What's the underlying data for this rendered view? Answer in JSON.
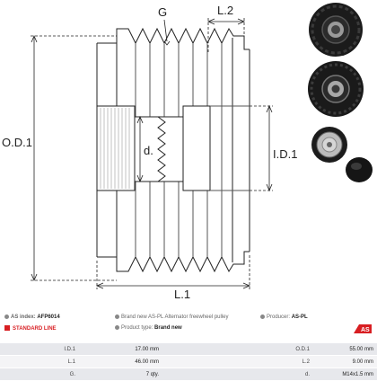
{
  "drawing": {
    "label_g": "G",
    "label_l2": "L.2",
    "label_od1": "O.D.1",
    "label_id1": "I.D.1",
    "label_d": "d.",
    "label_l1": "L.1"
  },
  "info": {
    "as_index_label": "AS index:",
    "as_index_value": "AFP6014",
    "description": "Brand new AS-PL Alternator freewheel pulley",
    "producer_label": "Producer:",
    "producer_value": "AS-PL",
    "standard_line": "STANDARD LINE",
    "product_type_label": "Product type:",
    "product_type_value": "Brand new",
    "logo_text": "AS",
    "colors": {
      "accent": "#d81e22",
      "row_dark": "#e7e8ec",
      "row_light": "#f4f4f6"
    }
  },
  "specs": [
    {
      "k1": "I.D.1",
      "v1": "17.00 mm",
      "k2": "O.D.1",
      "v2": "55.00 mm"
    },
    {
      "k1": "L.1",
      "v1": "46.00 mm",
      "k2": "L.2",
      "v2": "9.00 mm"
    },
    {
      "k1": "G.",
      "v1": "7 qty.",
      "k2": "d.",
      "v2": "M14x1.5 mm"
    }
  ],
  "photos": [
    {
      "icon": "pulley-front-icon"
    },
    {
      "icon": "pulley-side-icon"
    },
    {
      "icon": "pulley-with-cap-icon"
    }
  ]
}
